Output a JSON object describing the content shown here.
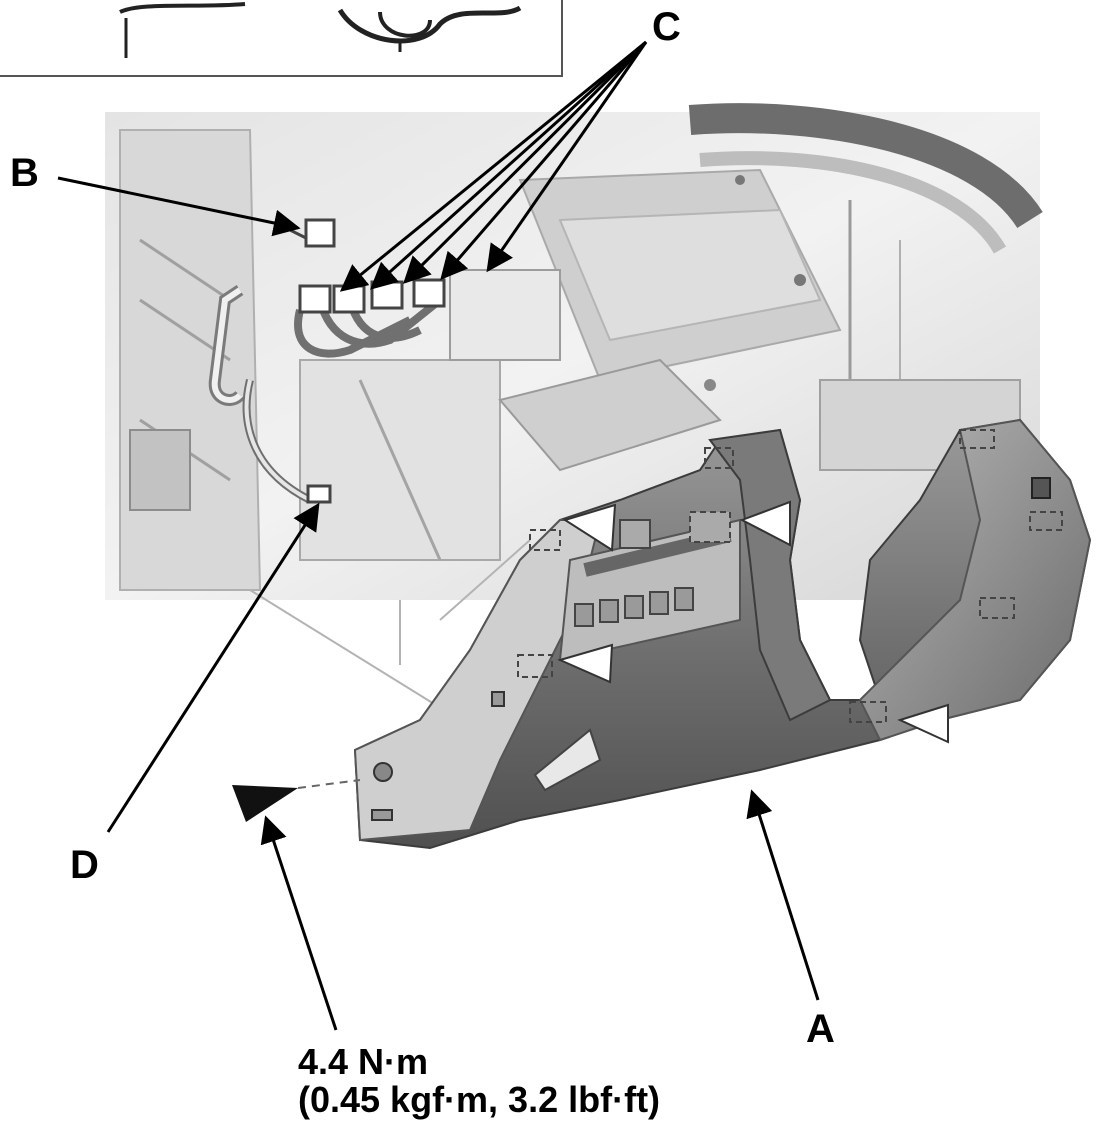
{
  "labels": {
    "a": "A",
    "b": "B",
    "c": "C",
    "d": "D"
  },
  "torque": {
    "line1": "4.4 N·m",
    "line2": "(0.45 kgf·m, 3.2 lbf·ft)"
  }
}
